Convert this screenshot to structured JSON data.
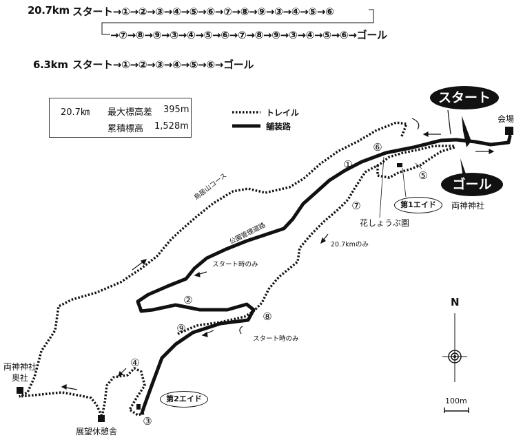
{
  "routes": {
    "long": {
      "distance": "20.7km",
      "line1": "スタート→①→②→③→④→⑤→⑥→⑦→⑧→⑨→③→④→⑤→⑥",
      "line2": "→⑦→⑧→⑨→③→④→⑤→⑥→⑦→⑧→⑨→③→④→⑤→⑥→ゴール"
    },
    "short": {
      "distance": "6.3km",
      "line": "スタート→①→②→③→④→⑤→⑥→ゴール"
    }
  },
  "info_box": {
    "distance": "20.7㎞",
    "max_elev_label": "最大標高差",
    "max_elev_value": "395m",
    "cum_elev_label": "累積標高",
    "cum_elev_value": "1,528m"
  },
  "legend": {
    "trail": "トレイル",
    "paved": "舗装路"
  },
  "map": {
    "start": "スタート",
    "goal": "ゴール",
    "venue": "会場",
    "shrine": "両神神社",
    "inner_shrine": "両神神社\n奥社",
    "observatory": "展望休憩舎",
    "aid1": "第1エイド",
    "aid2": "第2エイド",
    "iris_garden": "花しょうぶ園",
    "torii_course": "鳥居山コース",
    "park_road": "公園管理道路",
    "start_only_1": "スタート時のみ",
    "start_only_2": "スタート時のみ",
    "only_207": "20.7kmのみ",
    "checkpoints": [
      "①",
      "②",
      "③",
      "④",
      "⑤",
      "⑥",
      "⑦",
      "⑧",
      "⑨"
    ],
    "north": "N",
    "scale": "100m"
  },
  "colors": {
    "ink": "#111111",
    "background": "#ffffff"
  }
}
